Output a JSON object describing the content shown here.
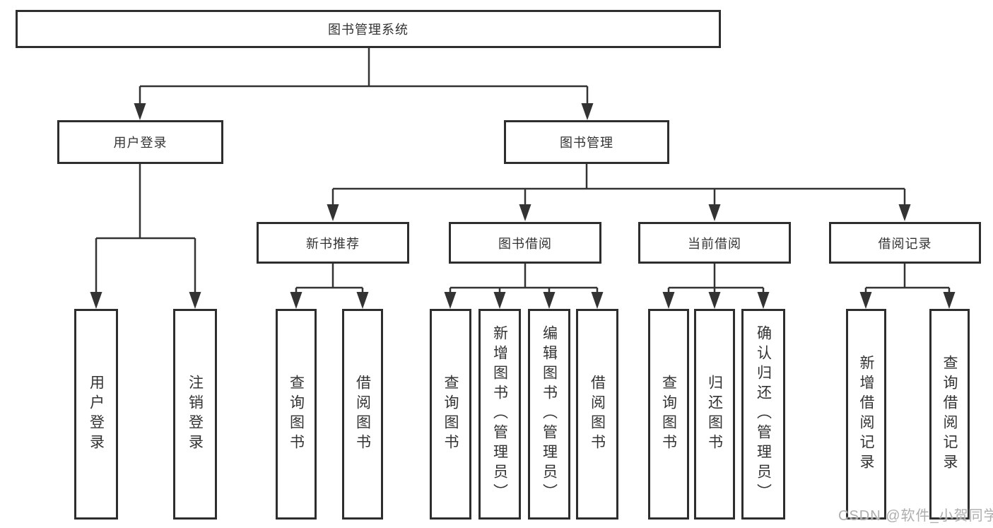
{
  "tree": {
    "root": {
      "label": "图书管理系统",
      "children": [
        {
          "label": "用户登录",
          "children": [
            {
              "label": "用户登录"
            },
            {
              "label": "注销登录"
            }
          ]
        },
        {
          "label": "图书管理",
          "children": [
            {
              "label": "新书推荐",
              "children": [
                {
                  "label": "查询图书"
                },
                {
                  "label": "借阅图书"
                }
              ]
            },
            {
              "label": "图书借阅",
              "children": [
                {
                  "label": "查询图书"
                },
                {
                  "label": "新增图书（管理员）"
                },
                {
                  "label": "编辑图书（管理员）"
                },
                {
                  "label": "借阅图书"
                }
              ]
            },
            {
              "label": "当前借阅",
              "children": [
                {
                  "label": "查询图书"
                },
                {
                  "label": "归还图书"
                },
                {
                  "label": "确认归还（管理员）"
                }
              ]
            },
            {
              "label": "借阅记录",
              "children": [
                {
                  "label": "新增借阅记录"
                },
                {
                  "label": "查询借阅记录"
                }
              ]
            }
          ]
        }
      ]
    }
  },
  "watermark": {
    "text": "CSDN @软件_小贺同学"
  },
  "colors": {
    "line": "#333333",
    "box_border": "#2e2e2e",
    "text": "#333333",
    "watermark": "#aeaeae",
    "background": "#ffffff"
  }
}
